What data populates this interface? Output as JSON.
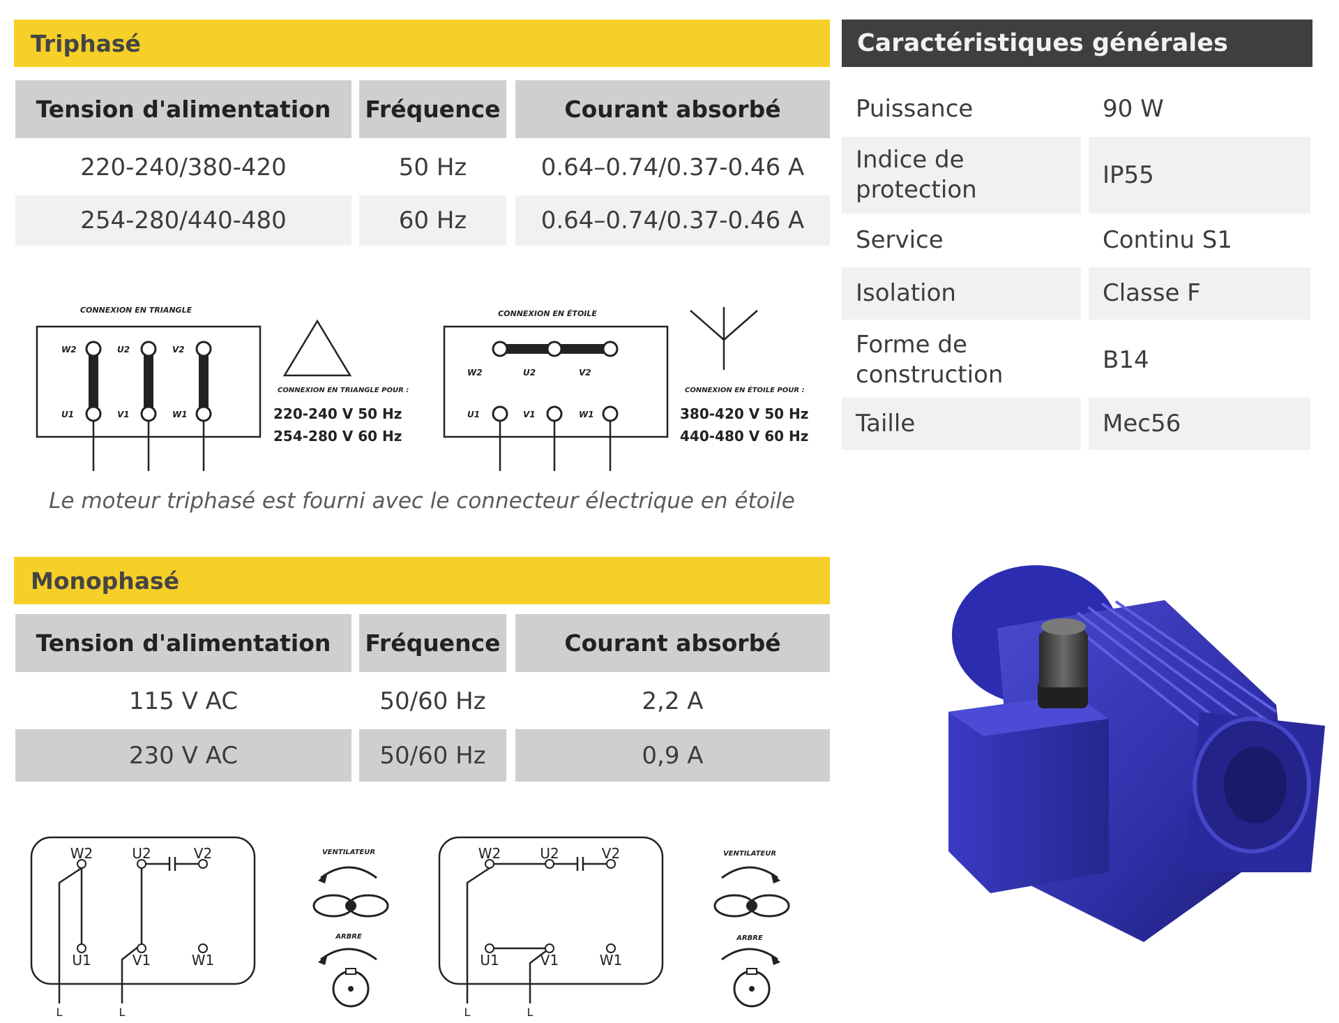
{
  "triphase": {
    "title": "Triphasé",
    "headers": [
      "Tension d'alimentation",
      "Fréquence",
      "Courant absorbé"
    ],
    "rows": [
      [
        "220-240/380-420",
        "50 Hz",
        "0.64–0.74/0.37-0.46 A"
      ],
      [
        "254-280/440-480",
        "60 Hz",
        "0.64–0.74/0.37-0.46 A"
      ]
    ],
    "note": "Le moteur triphasé est fourni avec le connecteur électrique en étoile"
  },
  "diagram_triangle": {
    "title": "CONNEXION EN TRIANGLE",
    "top_labels": [
      "W2",
      "U2",
      "V2"
    ],
    "bottom_labels": [
      "U1",
      "V1",
      "W1"
    ],
    "caption": "CONNEXION EN TRIANGLE POUR :",
    "line1": "220-240 V 50 Hz",
    "line2": "254-280 V 60 Hz"
  },
  "diagram_star": {
    "title": "CONNEXION EN ÉTOILE",
    "top_labels": [
      "W2",
      "U2",
      "V2"
    ],
    "bottom_labels": [
      "U1",
      "V1",
      "W1"
    ],
    "caption": "CONNEXION EN ÉTOILE POUR :",
    "line1": "380-420 V 50 Hz",
    "line2": "440-480 V 60 Hz"
  },
  "monophase": {
    "title": "Monophasé",
    "headers": [
      "Tension d'alimentation",
      "Fréquence",
      "Courant absorbé"
    ],
    "rows": [
      [
        "115 V AC",
        "50/60 Hz",
        "2,2 A"
      ],
      [
        "230 V AC",
        "50/60 Hz",
        "0,9 A"
      ]
    ]
  },
  "mono_diagram": {
    "top_labels": [
      "W2",
      "U2",
      "V2"
    ],
    "bottom_labels": [
      "U1",
      "V1",
      "W1"
    ],
    "line_label": "L",
    "ventilateur": "VENTILATEUR",
    "arbre": "ARBRE"
  },
  "caracteristiques": {
    "title": "Caractéristiques générales",
    "rows": [
      {
        "label": "Puissance",
        "value": "90 W"
      },
      {
        "label": "Indice de protection",
        "label1": "Indice de",
        "label2": "protection",
        "value": "IP55"
      },
      {
        "label": "Service",
        "value": "Continu S1"
      },
      {
        "label": "Isolation",
        "value": "Classe F"
      },
      {
        "label": "Forme de construction",
        "label1": "Forme de",
        "label2": "construction",
        "value": "B14"
      },
      {
        "label": "Taille",
        "value": "Mec56"
      }
    ]
  },
  "colors": {
    "yellow_bar": "#f6d028",
    "dark_bar": "#3f3f3f",
    "header_grey": "#cfcfd1",
    "row_grey": "#f1f1f1",
    "motor_blue": "#3535b8"
  }
}
